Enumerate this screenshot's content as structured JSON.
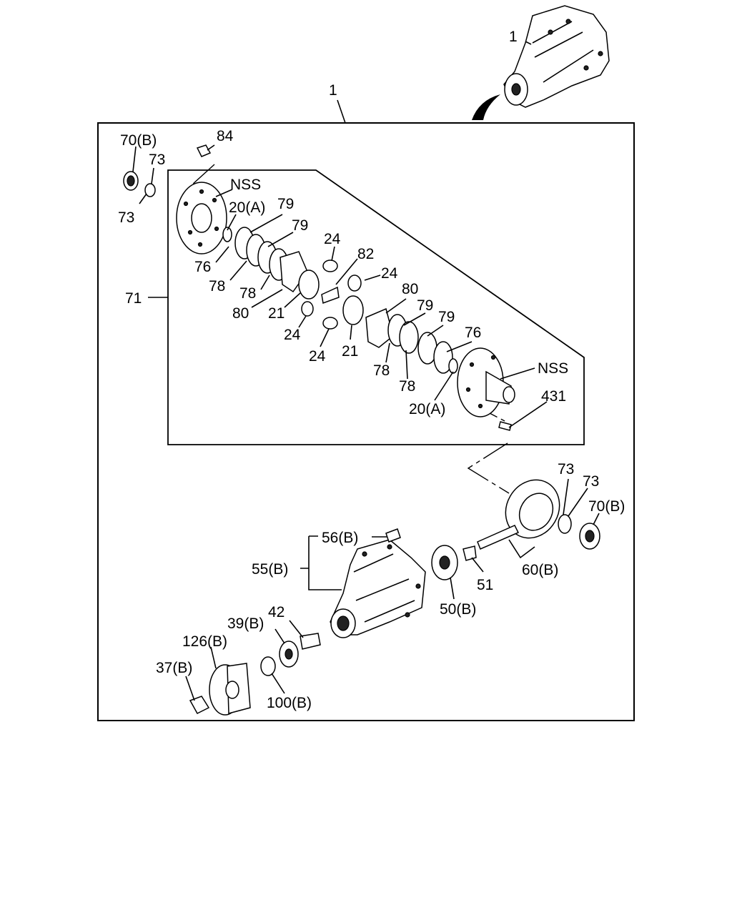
{
  "diagram": {
    "labels": {
      "assembly_top": "1",
      "assembly_box": "1",
      "p84": "84",
      "p70b_top": "70(B)",
      "p73_a": "73",
      "p73_b": "73",
      "nss_top": "NSS",
      "p20a_top": "20(A)",
      "p79_a": "79",
      "p79_b": "79",
      "p76_top": "76",
      "p78_a": "78",
      "p78_b": "78",
      "p80_a": "80",
      "p21_a": "21",
      "p24_a": "24",
      "p82": "82",
      "p24_b": "24",
      "p71": "71",
      "p24_c": "24",
      "p24_d": "24",
      "p21_b": "21",
      "p80_b": "80",
      "p79_c": "79",
      "p79_d": "79",
      "p76_bottom": "76",
      "p78_c": "78",
      "p78_d": "78",
      "nss_bottom": "NSS",
      "p20a_bottom": "20(A)",
      "p431": "431",
      "p73_c": "73",
      "p73_d": "73",
      "p70b_bottom": "70(B)",
      "p56b": "56(B)",
      "p55b": "55(B)",
      "p51": "51",
      "p60b": "60(B)",
      "p50b": "50(B)",
      "p42": "42",
      "p39b": "39(B)",
      "p126b": "126(B)",
      "p37b": "37(B)",
      "p100b": "100(B)"
    }
  }
}
